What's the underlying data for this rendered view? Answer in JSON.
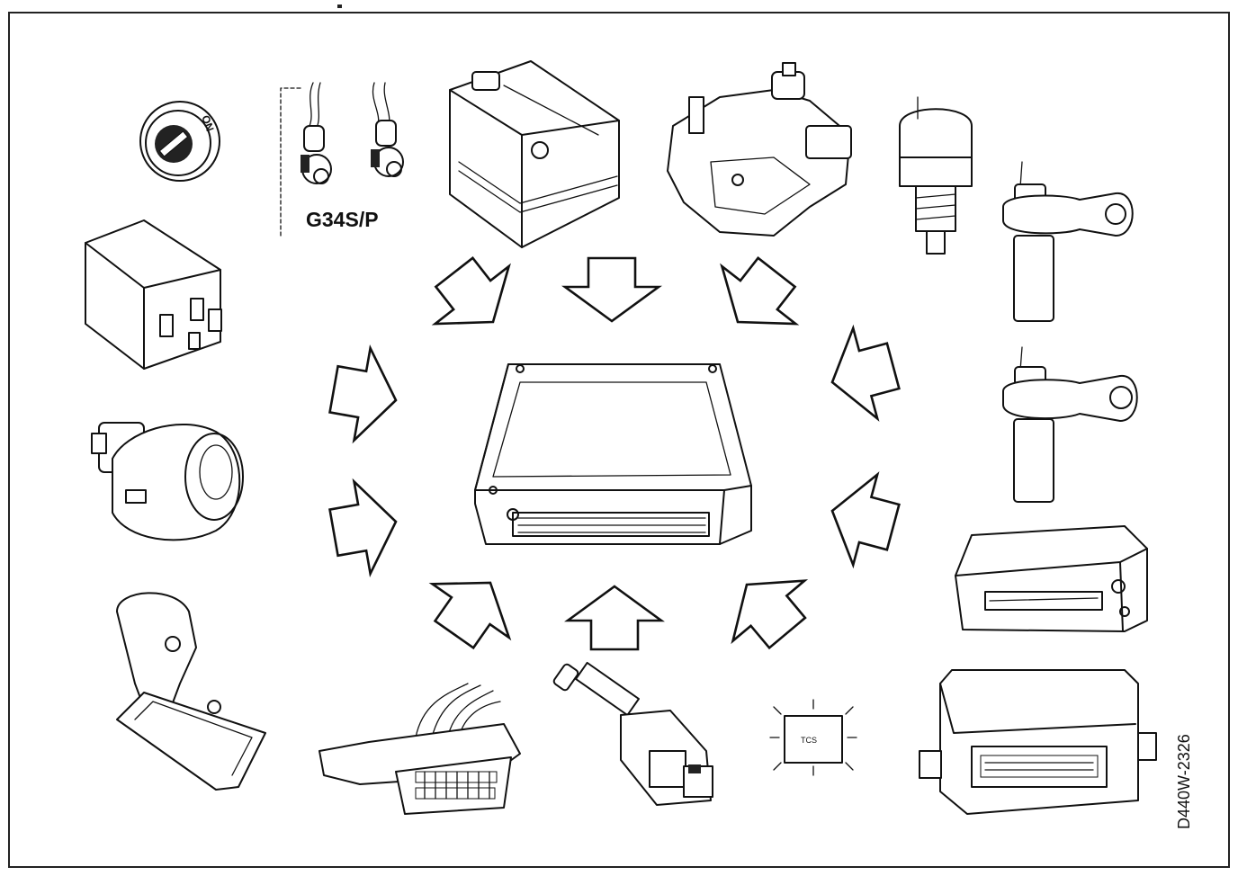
{
  "labels": {
    "ignition_switch_on": "ON",
    "wheel_sensor_code": "G34S/P",
    "warning_lamp_text": "TCS",
    "drawing_ref": "D440W-2326"
  }
}
